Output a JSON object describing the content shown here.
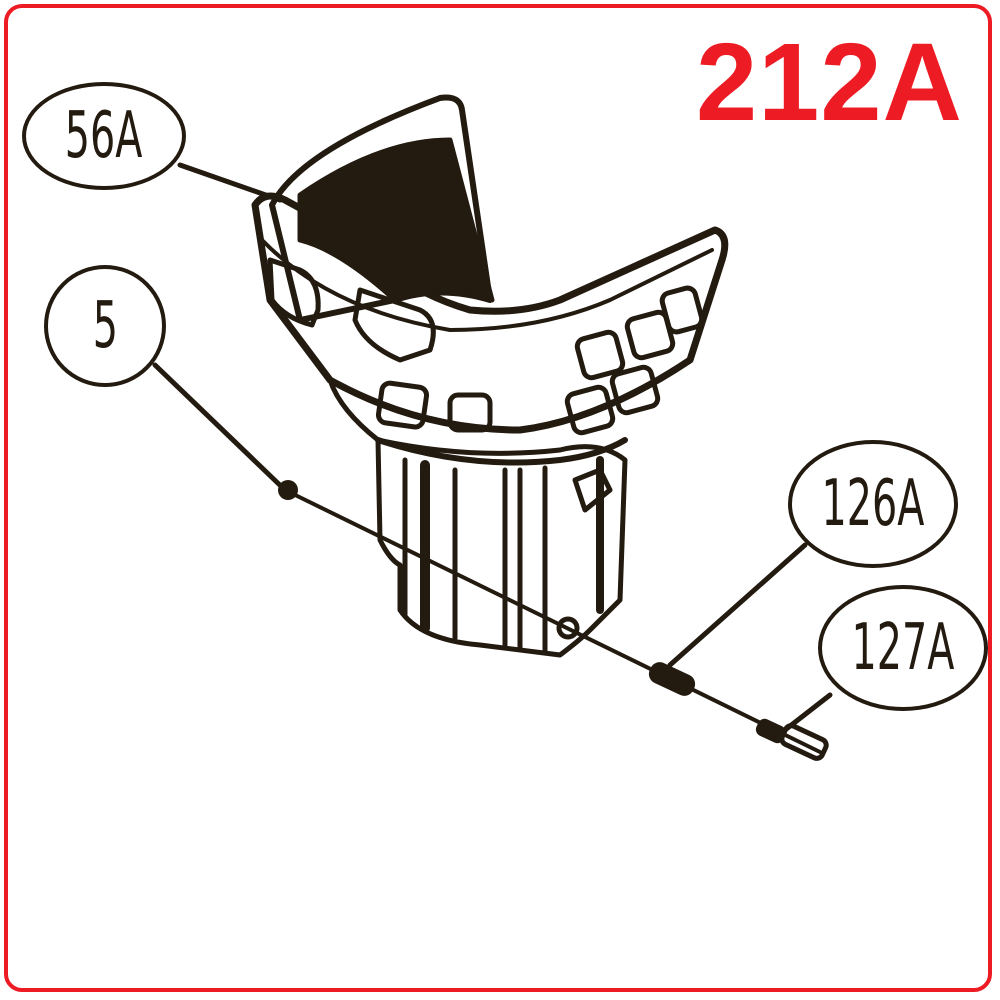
{
  "title": "212A",
  "colors": {
    "accent": "#ed1c24",
    "ink": "#231a10",
    "background": "#ffffff"
  },
  "callouts": [
    {
      "id": "56A",
      "label": "56A"
    },
    {
      "id": "5",
      "label": "5"
    },
    {
      "id": "126A",
      "label": "126A"
    },
    {
      "id": "127A",
      "label": "127A"
    }
  ]
}
